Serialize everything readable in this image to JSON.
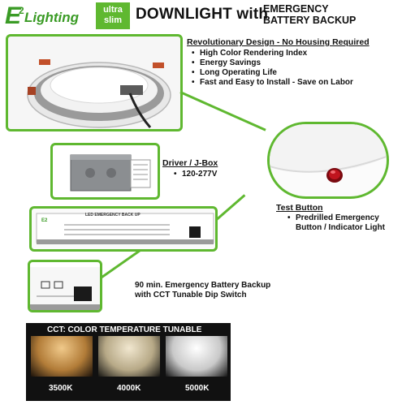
{
  "header": {
    "logo_e": "E",
    "logo_two": "2",
    "logo_word": "Lighting",
    "badge_line1": "ultra",
    "badge_line2": "slim",
    "title": "DOWNLIGHT with",
    "title2_line1": "EMERGENCY",
    "title2_line2": "BATTERY BACKUP"
  },
  "design": {
    "heading": "Revolutionary Design - No Housing Required",
    "features": [
      "High Color Rendering Index",
      "Energy Savings",
      "Long Operating Life",
      "Fast and Easy to Install - Save on Labor"
    ]
  },
  "driver": {
    "heading": "Driver / J-Box",
    "items": [
      "120-277V"
    ]
  },
  "test_button": {
    "heading": "Test Button",
    "items": [
      "Predrilled Emergency",
      "Button / Indicator Light"
    ]
  },
  "battery_label": "LED EMERGENCY BACK UP",
  "battery_caption": [
    "90 min. Emergency Battery Backup",
    "with CCT Tunable Dip Switch"
  ],
  "cct": {
    "heading": "CCT: COLOR TEMPERATURE TUNABLE",
    "swatches": [
      {
        "label": "3500K",
        "color": "#e8b873"
      },
      {
        "label": "4000K",
        "color": "#e6dcc0"
      },
      {
        "label": "5000K",
        "color": "#f4f4f4"
      }
    ]
  },
  "colors": {
    "accent": "#5fb830",
    "button_red": "#c0141e"
  }
}
